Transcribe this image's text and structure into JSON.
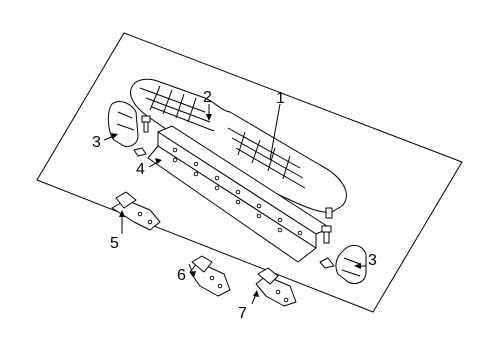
{
  "diagram": {
    "callouts": [
      {
        "id": "c1",
        "label": "1"
      },
      {
        "id": "c2",
        "label": "2"
      },
      {
        "id": "c3a",
        "label": "3"
      },
      {
        "id": "c3b",
        "label": "3"
      },
      {
        "id": "c4",
        "label": "4"
      },
      {
        "id": "c5",
        "label": "5"
      },
      {
        "id": "c6",
        "label": "6"
      },
      {
        "id": "c7",
        "label": "7"
      }
    ]
  }
}
